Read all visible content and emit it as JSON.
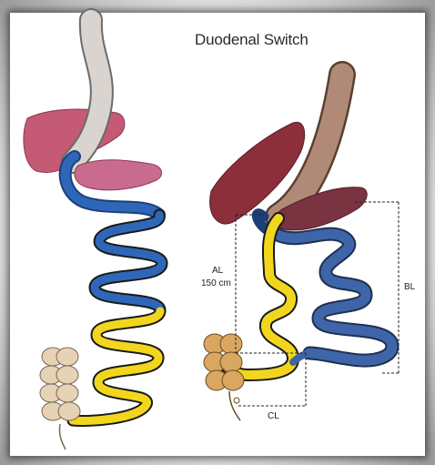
{
  "title": "Duodenal Switch",
  "labels": {
    "al": "AL",
    "al_length": "150 cm",
    "bl": "BL",
    "cl": "CL"
  },
  "colors": {
    "biliary_limb": "#2f67b8",
    "alimentary_limb": "#f2d61e",
    "stomach": "#d9d4cf",
    "liver": "#c45a75",
    "pancreas": "#c96b8e"
  }
}
